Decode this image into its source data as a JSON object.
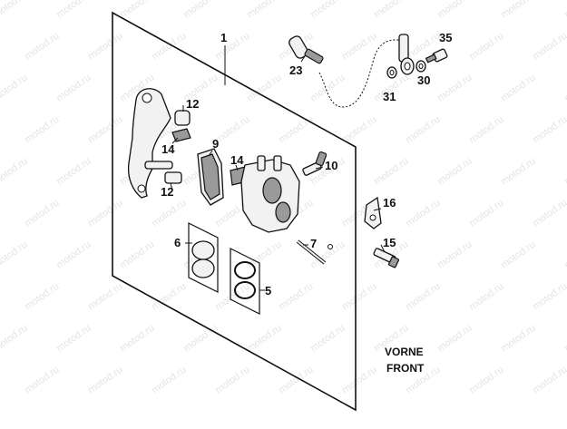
{
  "diagram": {
    "callouts": [
      {
        "id": "c1",
        "label": "1"
      },
      {
        "id": "c23",
        "label": "23"
      },
      {
        "id": "c35",
        "label": "35"
      },
      {
        "id": "c30",
        "label": "30"
      },
      {
        "id": "c31",
        "label": "31"
      },
      {
        "id": "c12a",
        "label": "12"
      },
      {
        "id": "c14a",
        "label": "14"
      },
      {
        "id": "c9",
        "label": "9"
      },
      {
        "id": "c14b",
        "label": "14"
      },
      {
        "id": "c10",
        "label": "10"
      },
      {
        "id": "c12b",
        "label": "12"
      },
      {
        "id": "c16",
        "label": "16"
      },
      {
        "id": "c6",
        "label": "6"
      },
      {
        "id": "c7",
        "label": "7"
      },
      {
        "id": "c15",
        "label": "15"
      },
      {
        "id": "c5",
        "label": "5"
      }
    ],
    "direction_label": {
      "line1": "VORNE",
      "line2": "FRONT"
    },
    "watermark": "motod.ru"
  }
}
